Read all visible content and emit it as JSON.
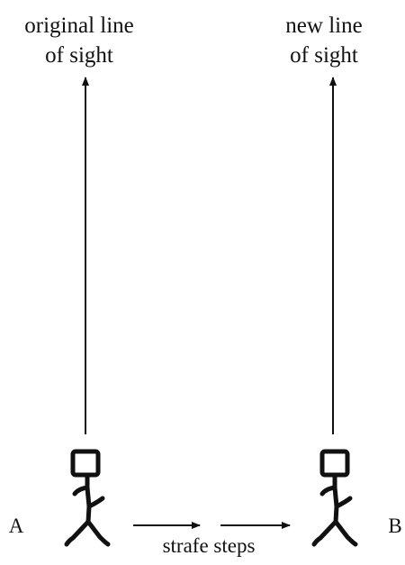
{
  "labels": {
    "original_line_of_sight": [
      "original line",
      "of sight"
    ],
    "new_line_of_sight": [
      "new line",
      "of sight"
    ],
    "point_a": "A",
    "point_b": "B",
    "strafe_steps": "strafe steps"
  },
  "colors": {
    "ink": "#111111",
    "background": "#ffffff"
  },
  "icons": {
    "figure": "stick-figure-icon",
    "arrow": "arrow-icon"
  }
}
